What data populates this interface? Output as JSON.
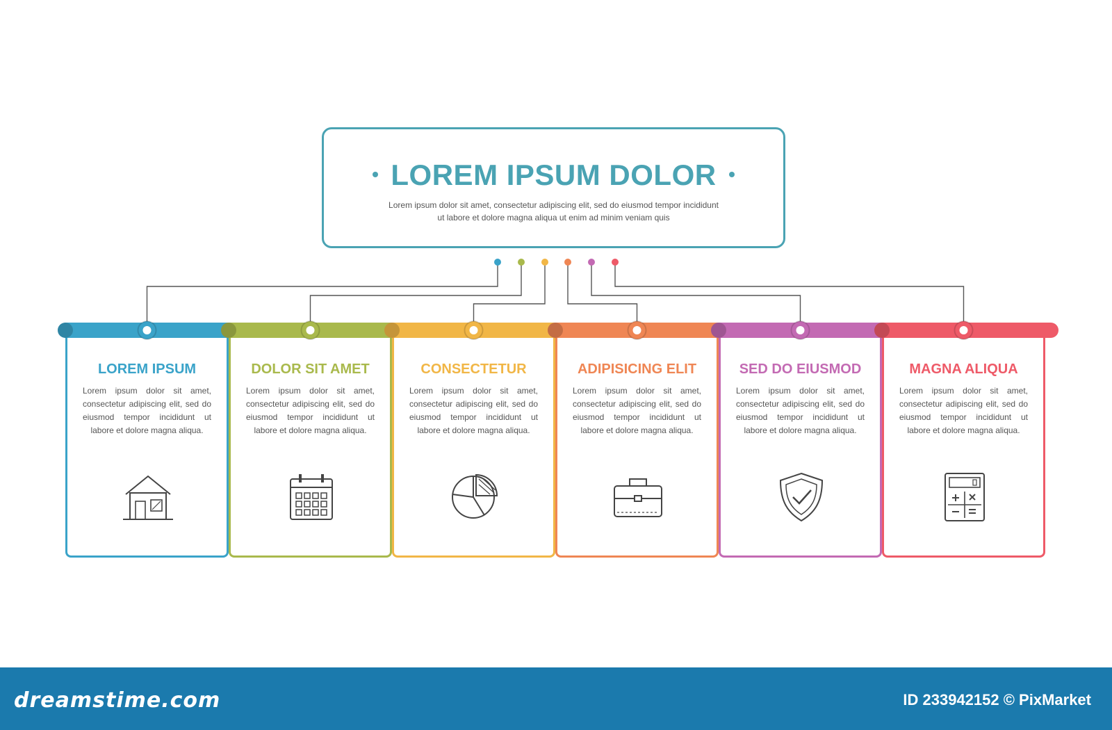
{
  "diagram": {
    "title": "LOREM IPSUM DOLOR",
    "description": "Lorem ipsum dolor sit amet, consectetur adipiscing elit, sed do eiusmod tempor incididunt ut labore et dolore magna aliqua ut enim ad minim veniam quis",
    "accent_color": "#4aa3b3",
    "connector_color": "#555555",
    "items": [
      {
        "title": "LOREM IPSUM",
        "text": "Lorem ipsum dolor sit amet, consectetur adipiscing elit, sed do eiusmod tempor incididunt ut labore et dolore magna aliqua.",
        "color": "#3aa3c9",
        "icon": "house-icon"
      },
      {
        "title": "DOLOR SIT AMET",
        "text": "Lorem ipsum dolor sit amet, consectetur adipiscing elit, sed do eiusmod tempor incididunt ut labore et dolore magna aliqua.",
        "color": "#a9b94c",
        "icon": "calendar-icon"
      },
      {
        "title": "CONSECTETUR",
        "text": "Lorem ipsum dolor sit amet, consectetur adipiscing elit, sed do eiusmod tempor incididunt ut labore et dolore magna aliqua.",
        "color": "#f1b646",
        "icon": "pie-chart-icon"
      },
      {
        "title": "ADIPISICING ELIT",
        "text": "Lorem ipsum dolor sit amet, consectetur adipiscing elit, sed do eiusmod tempor incididunt ut labore et dolore magna aliqua.",
        "color": "#ef8654",
        "icon": "briefcase-icon"
      },
      {
        "title": "SED DO EIUSMOD",
        "text": "Lorem ipsum dolor sit amet, consectetur adipiscing elit, sed do eiusmod tempor incididunt ut labore et dolore magna aliqua.",
        "color": "#c36ab3",
        "icon": "shield-check-icon"
      },
      {
        "title": "MAGNA ALIQUA",
        "text": "Lorem ipsum dolor sit amet, consectetur adipiscing elit, sed do eiusmod tempor incididunt ut labore et dolore magna aliqua.",
        "color": "#ee5a68",
        "icon": "calculator-icon"
      }
    ]
  },
  "footer": {
    "brand": "dreamstime.com",
    "photo_id": "ID 233942152 © PixMarket",
    "background": "#1b7aad"
  }
}
